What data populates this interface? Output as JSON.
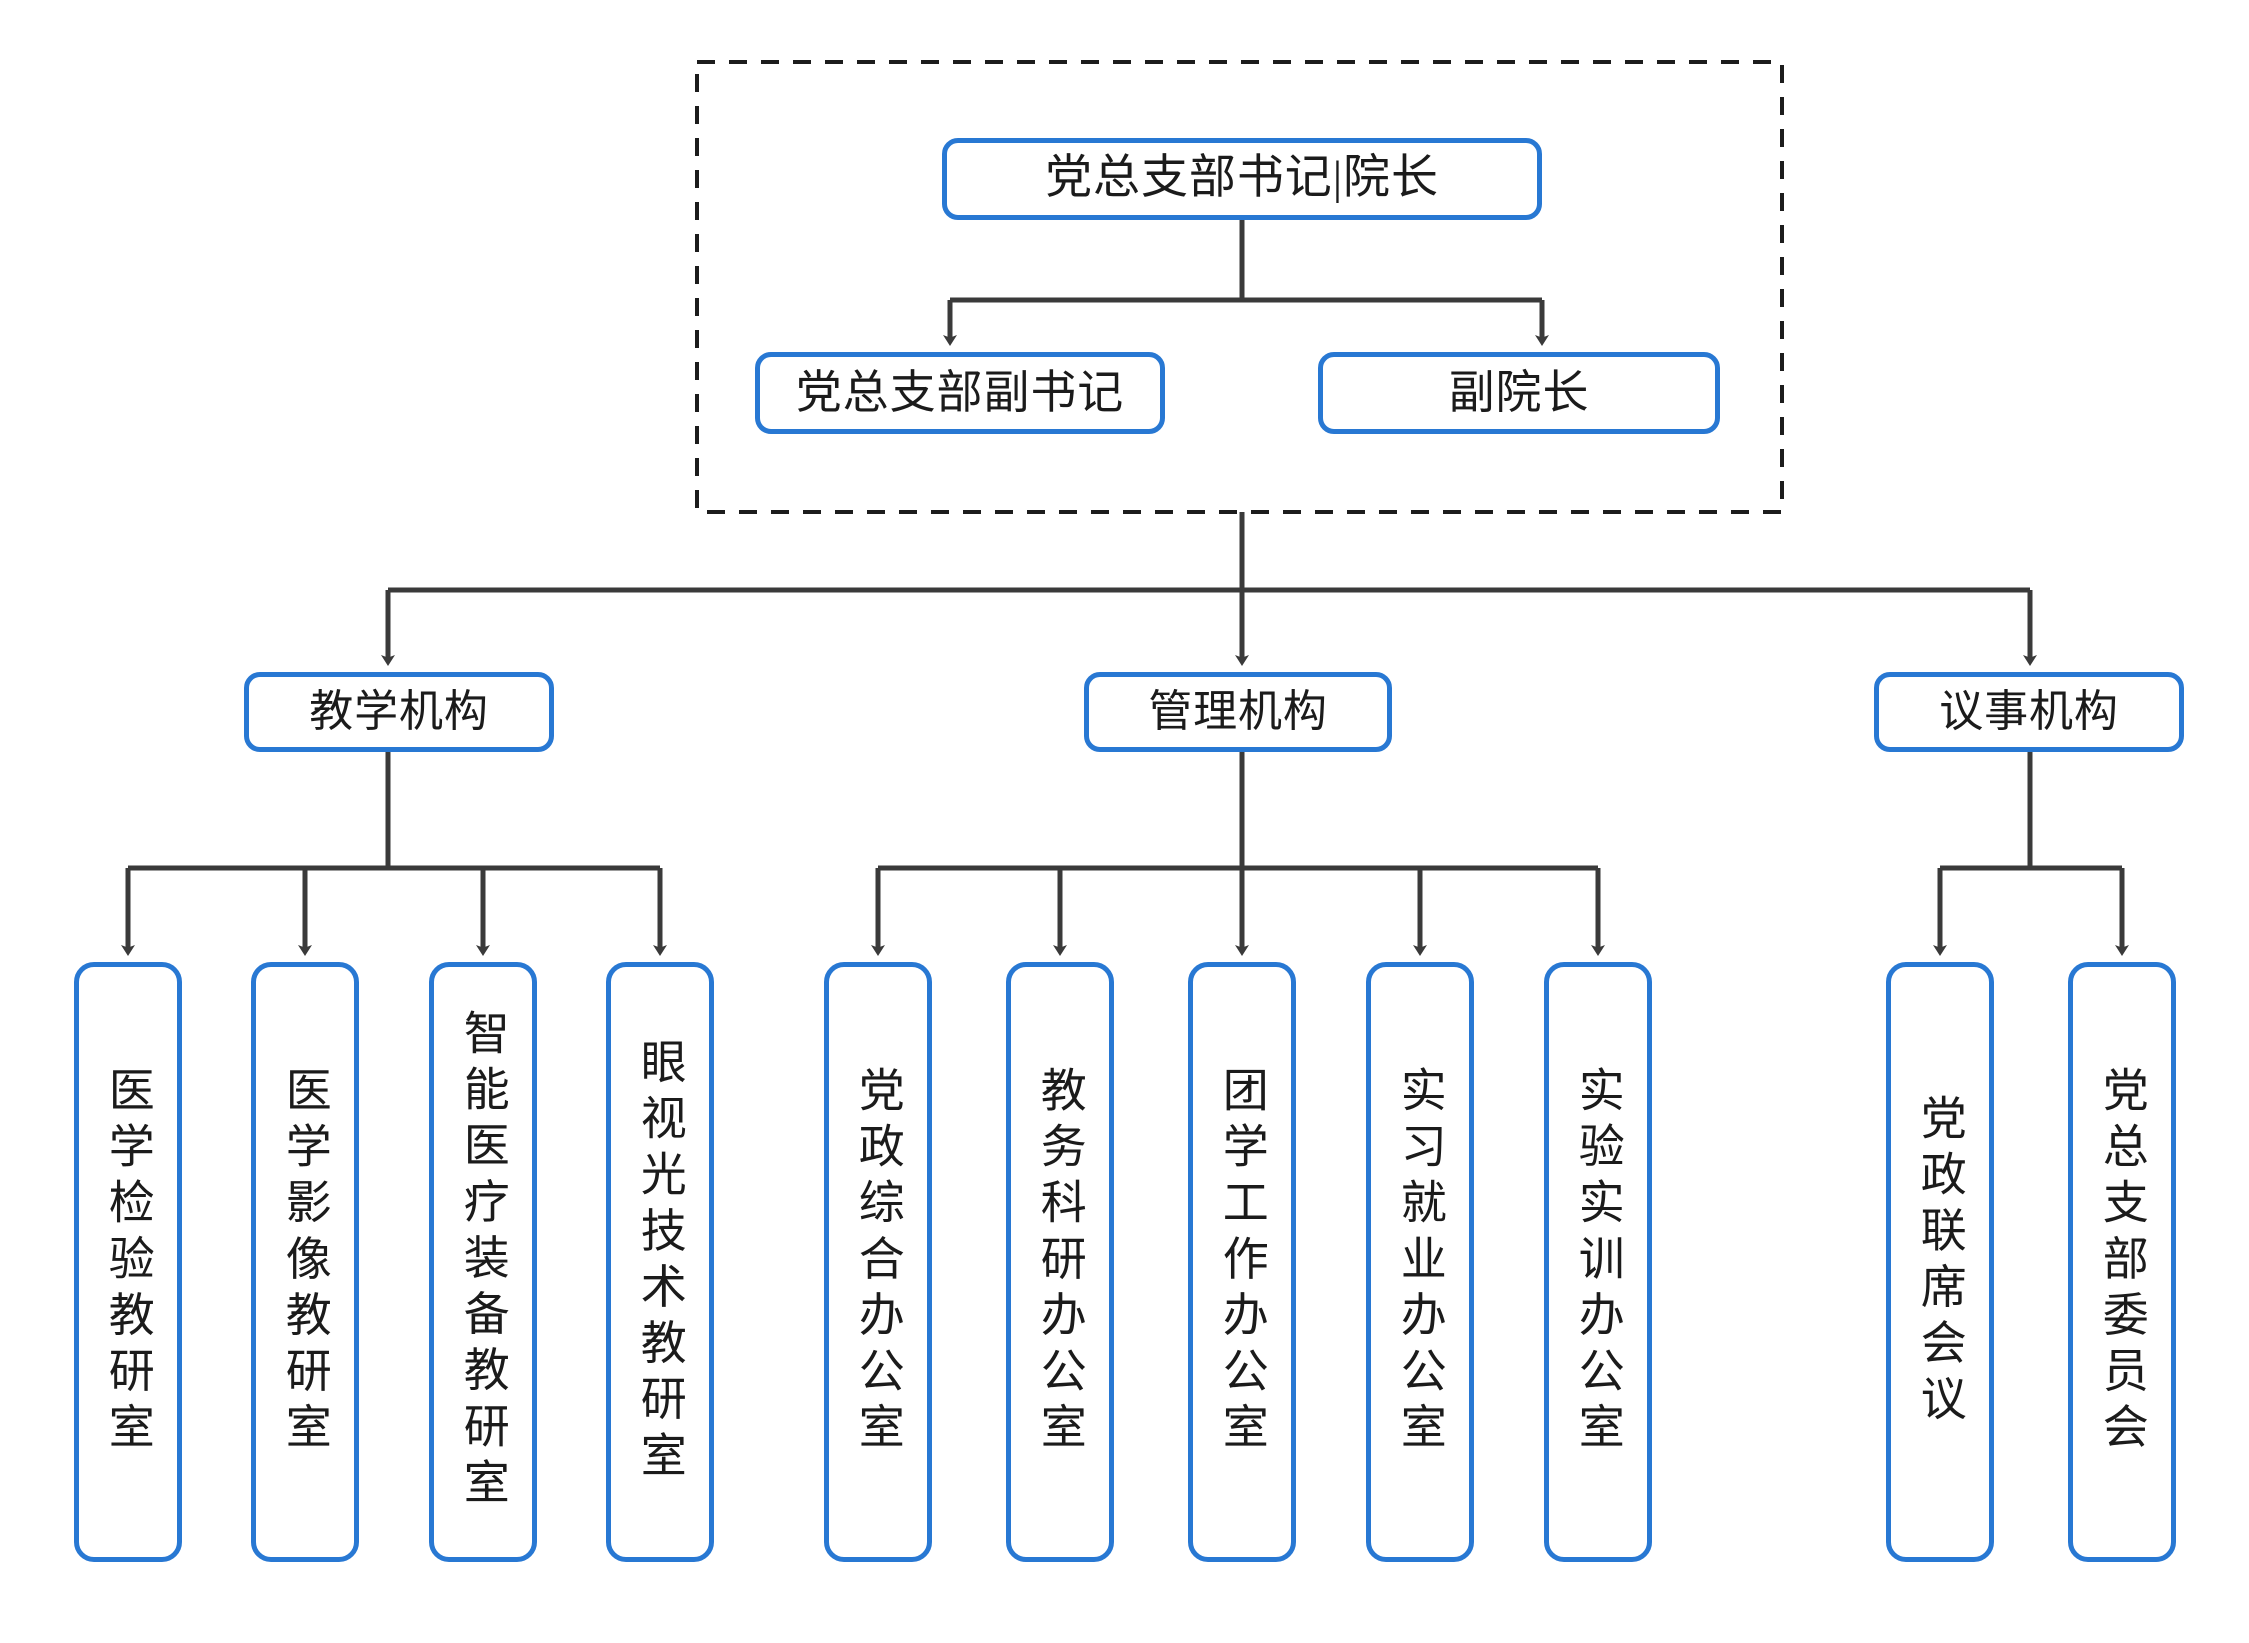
{
  "diagram": {
    "title_root": "党总支部书记|院长",
    "leadership_group": {
      "label": "leadership-dashed-group",
      "members": [
        {
          "id": "deputy-secretary",
          "label": "党总支部副书记"
        },
        {
          "id": "deputy-dean",
          "label": "副院长"
        }
      ]
    },
    "categories": [
      {
        "id": "teaching",
        "label": "教学机构"
      },
      {
        "id": "management",
        "label": "管理机构"
      },
      {
        "id": "deliberative",
        "label": "议事机构"
      }
    ],
    "teaching_units": [
      {
        "id": "lab-medicine",
        "label": "医学检验教研室"
      },
      {
        "id": "medical-imaging",
        "label": "医学影像教研室"
      },
      {
        "id": "smart-medical-equipment",
        "label": "智能医疗装备教研室"
      },
      {
        "id": "optometry-technology",
        "label": "眼视光技术教研室"
      }
    ],
    "management_units": [
      {
        "id": "party-admin-office",
        "label": "党政综合办公室"
      },
      {
        "id": "academic-research-office",
        "label": "教务科研办公室"
      },
      {
        "id": "youth-league-student-office",
        "label": "团学工作办公室"
      },
      {
        "id": "internship-employment-office",
        "label": "实习就业办公室"
      },
      {
        "id": "experiment-training-office",
        "label": "实验实训办公室"
      }
    ],
    "deliberative_units": [
      {
        "id": "party-admin-joint-meeting",
        "label": "党政联席会议"
      },
      {
        "id": "party-branch-committee",
        "label": "党总支部委员会"
      }
    ],
    "colors": {
      "node_border": "#2878D3",
      "connector": "#3A3A3A",
      "group_outline": "#1C1C1C",
      "background": "#FFFFFF",
      "text": "#1B1B1B"
    }
  }
}
